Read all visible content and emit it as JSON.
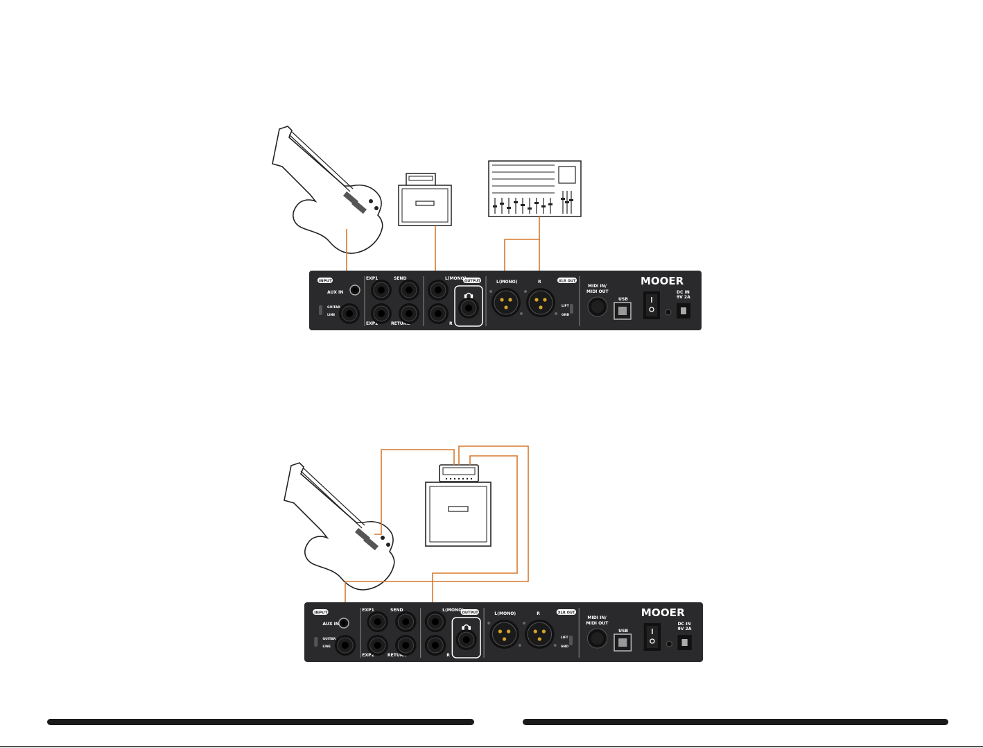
{
  "colors": {
    "cable": "#d9782c",
    "panel": "#2a2a2c",
    "panel_text": "#ffffff",
    "jack_gold": "#d4a52a",
    "outline": "#333333",
    "rule": "#1a1a1a"
  },
  "panel_labels": {
    "input": "INPUT",
    "aux_in": "AUX IN",
    "guitar": "GUITAR",
    "line": "LINE",
    "exp1": "EXP1",
    "exp2": "EXP2",
    "send": "SEND",
    "return": "RETURN",
    "l_mono": "L(MONO)",
    "r": "R",
    "output": "OUTPUT",
    "xlr_l_mono": "L(MONO)",
    "xlr_r": "R",
    "xlr_out": "XLR OUT",
    "lift": "LIFT",
    "gnd": "GND",
    "midi": "MIDI IN/",
    "midi2": "MIDI OUT",
    "usb": "USB",
    "dc_in": "DC IN",
    "dc_spec": "9V 2A",
    "brand": "MOOER"
  },
  "icons": {
    "headphone": "headphone-icon",
    "power": "power-switch-icon",
    "guitar": "electric-guitar-icon",
    "amp": "amp-cabinet-icon",
    "mixer": "mixing-console-icon"
  }
}
